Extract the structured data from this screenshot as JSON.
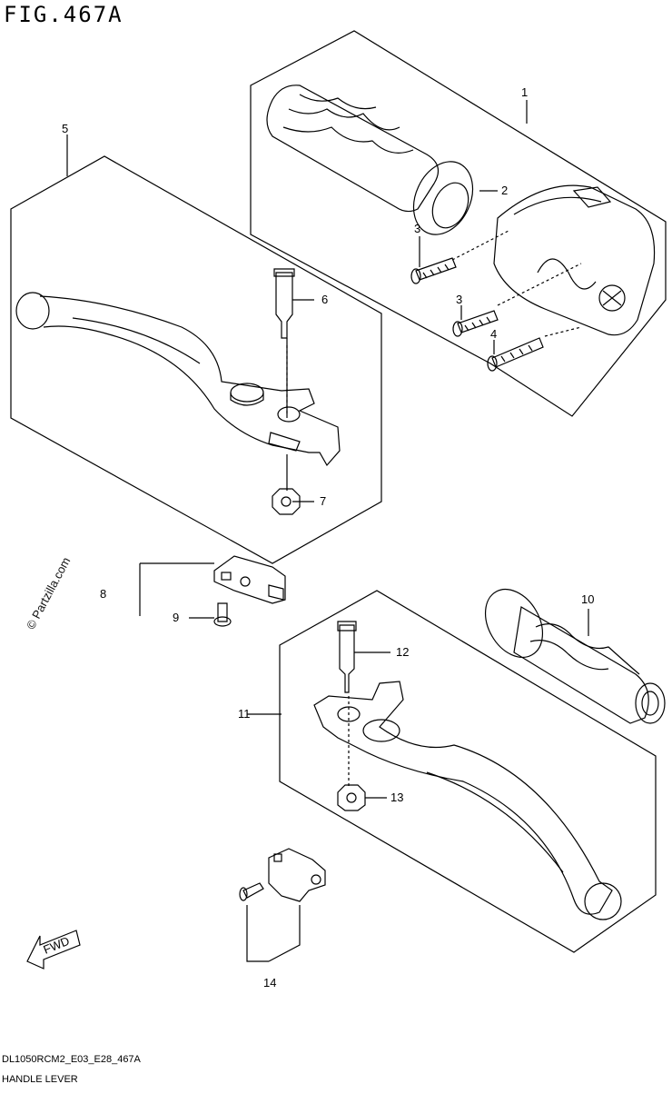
{
  "figure": {
    "title": "FIG.467A",
    "model_code": "DL1050RCM2_E03_E28_467A",
    "section_name": "HANDLE LEVER",
    "watermark": "© Partzilla.com",
    "fwd_label": "FWD"
  },
  "callouts": [
    {
      "id": "1",
      "label": "1"
    },
    {
      "id": "2",
      "label": "2"
    },
    {
      "id": "3a",
      "label": "3"
    },
    {
      "id": "3b",
      "label": "3"
    },
    {
      "id": "4",
      "label": "4"
    },
    {
      "id": "5",
      "label": "5"
    },
    {
      "id": "6",
      "label": "6"
    },
    {
      "id": "7",
      "label": "7"
    },
    {
      "id": "8",
      "label": "8"
    },
    {
      "id": "9",
      "label": "9"
    },
    {
      "id": "10",
      "label": "10"
    },
    {
      "id": "11",
      "label": "11"
    },
    {
      "id": "12",
      "label": "12"
    },
    {
      "id": "13",
      "label": "13"
    },
    {
      "id": "14",
      "label": "14"
    }
  ]
}
